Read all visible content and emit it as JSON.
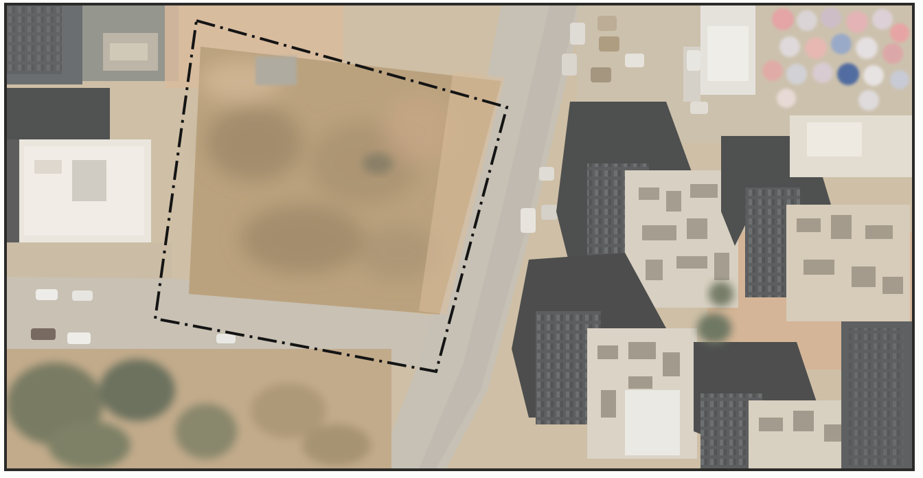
{
  "map": {
    "kind": "aerial-satellite-photo",
    "labels": [],
    "colors": {
      "frame": "#2a2a28",
      "plot_boundary": "#141414",
      "bare_soil": "#c9a581",
      "dry_vegetation": "#a58a62",
      "road": "#c3bdb2",
      "shadow": "#3a3c3d",
      "roof": "#d8d0c2"
    },
    "plot_boundary_style": "dash-dot",
    "features": [
      "plot-boundary",
      "vacant-lot",
      "main-road",
      "side-road",
      "building",
      "parked-car",
      "tree-canopy",
      "market-canopies"
    ]
  }
}
